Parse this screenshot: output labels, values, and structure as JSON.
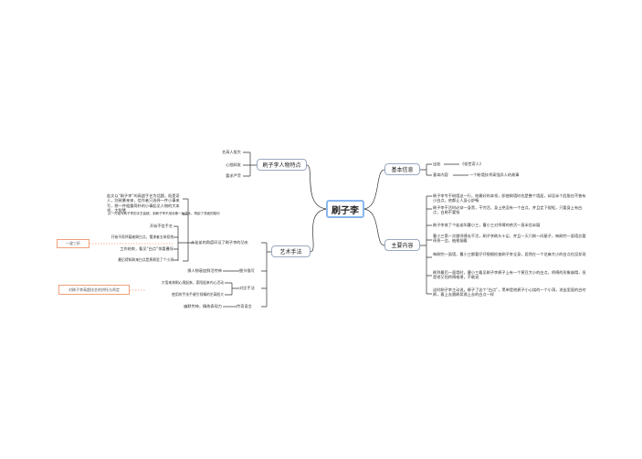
{
  "root": "刷子李",
  "left": {
    "traits": {
      "title": "刷子李人物特点",
      "items": [
        "艺高人胆大",
        "心细如发",
        "要求严苛"
      ]
    },
    "art": {
      "title": "艺术手法",
      "side_story": {
        "label": "从徒弟的角度印证了刷子李的功夫",
        "items": [
          "起文以“刷子李”的高超手艺为话题，既是奇人，别致暴来来，信作者只选择一件小事来写，想一件粗重简朴的小事起见人物的大本领，大智慧",
          "从一开始写刷子李的手艺高超，到刷子李不用涂第一遍漆水，再起了漆面的疑问",
          "开始不信手艺",
          "开始不再怀疑者刷白点，懂漆者五体投地",
          "工作结束，看见“白点”惊喜叠讶",
          "最后得知刷来白点是黑裤里了个小洞"
        ]
      },
      "detail": {
        "label": "细节描写",
        "items": [
          "俱人物衰加鲜活传神"
        ]
      },
      "contrast": {
        "label": "对比手法",
        "items": [
          "大悟来漆刷心境起来，索阳起来内心活动",
          "使用的手技手键引领精的艺高胆大"
        ]
      },
      "language": {
        "label": "传奇语言",
        "items": [
          "幽默传神，精练表现力"
        ]
      }
    }
  },
  "right": {
    "basic": {
      "title": "基本信息",
      "rows": [
        {
          "label": "出处",
          "value": "《俗世奇人》"
        },
        {
          "label": "基本内容",
          "value": "一个粉墙技术高强异人的故事"
        }
      ]
    },
    "content": {
      "title": "主要内容",
      "items": [
        "刷子李专干粉墙这一行，他最好的本领，即使刷墙时也是整个墙面，却没半个屁股也不曾有小白点，他都让人身心舒畅",
        "刷子李干活时必穿一身黑，干完活，身上绝没有一个白点，并且定下规矩，只要身上有白点，白刷不要钱",
        "刷子李收了个徒弟叫曹小三，曹小三对师傅的绝活一直半信半疑",
        "曹小三第一次跟师傅去干活，刷子李刷头十足，并且一天只刷一间屋子，每刷完一面墙总要停息一会，抽根烟看",
        "每刷完一面墙，曹小三都要仔仔细细检查刷子李全身，居然在一个芝麻大小的白点也没发现",
        "刷到最后一面墙时，曹小三看见刷子李裤子上有一个黄豆大小的白点，师傅的形象崩塌，但是他又怕师傅难堪，不敢说",
        "这时刷子李主动说，裤子了这个“白点”，黑单是他裤子小心烧的一个小洞，进出里面的白衬裤，看上去跟刷浆溅上去的白点一样"
      ]
    }
  },
  "notes": {
    "note1": "一波三折",
    "note2": "对刷子李高超技艺的烘托与肯定"
  }
}
